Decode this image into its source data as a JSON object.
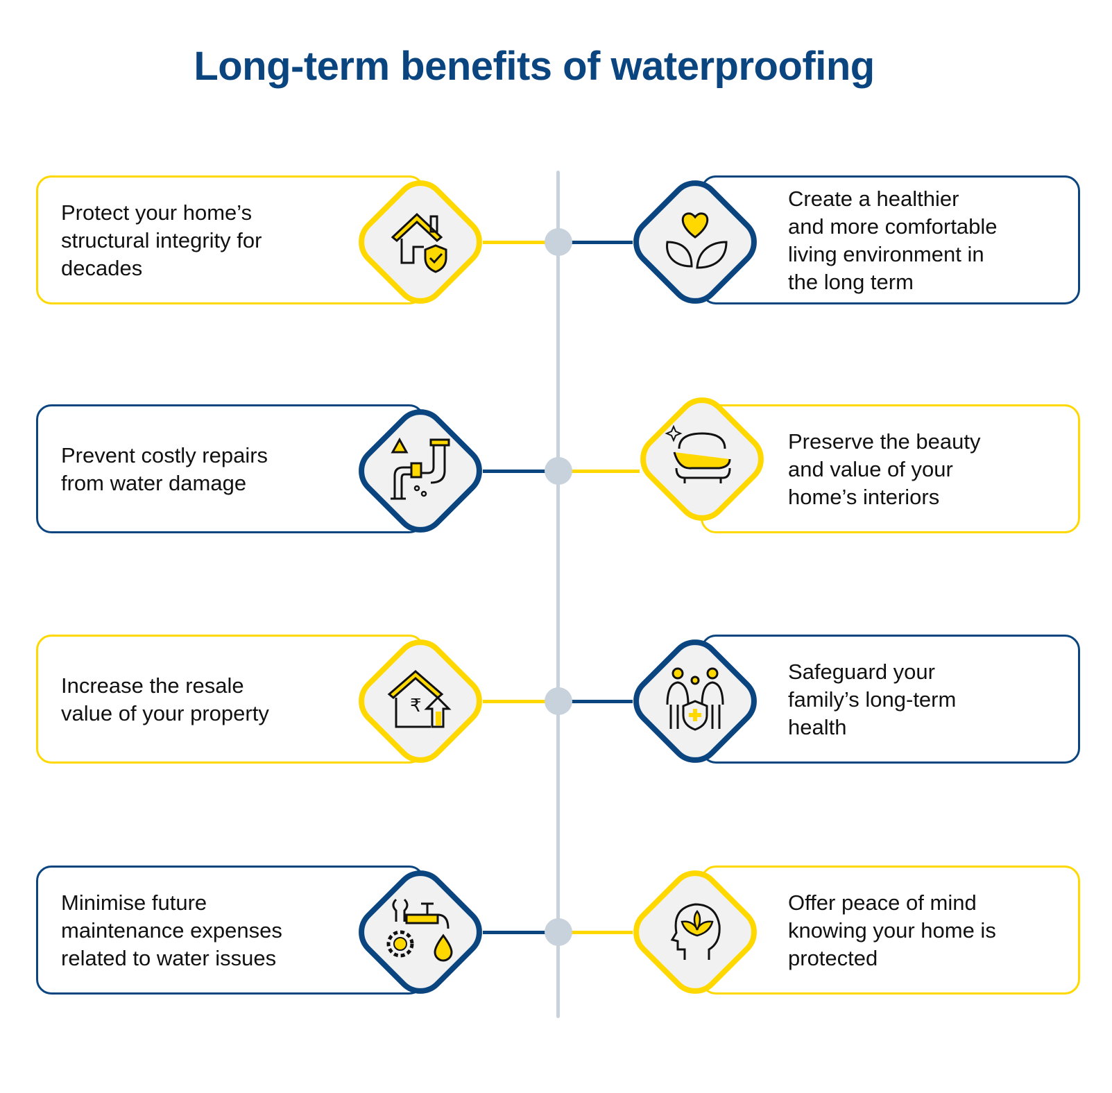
{
  "title": "Long-term benefits of waterproofing",
  "colors": {
    "yellow": "#FFD800",
    "blue": "#0B4580",
    "spine": "#C8D2DC",
    "diamond_fill": "#F1F1F1"
  },
  "rows": [
    {
      "left": {
        "color": "yellow",
        "icon": "house-shield-icon",
        "lines": [
          "Protect your home’s",
          "structural integrity for",
          "decades"
        ]
      },
      "right": {
        "color": "blue",
        "icon": "heart-leaves-icon",
        "lines": [
          "Create a healthier",
          "and more comfortable",
          "living environment in",
          "the long term"
        ]
      }
    },
    {
      "left": {
        "color": "blue",
        "icon": "leaking-pipe-icon",
        "lines": [
          "Prevent costly repairs",
          "from water damage"
        ]
      },
      "right": {
        "color": "yellow",
        "icon": "sofa-icon",
        "lines": [
          "Preserve the beauty",
          "and value of your",
          "home’s interiors"
        ]
      }
    },
    {
      "left": {
        "color": "yellow",
        "icon": "house-value-up-icon",
        "lines": [
          "Increase the resale",
          "value of your property"
        ]
      },
      "right": {
        "color": "blue",
        "icon": "family-health-shield-icon",
        "lines": [
          "Safeguard your",
          "family’s long-term",
          "health"
        ]
      }
    },
    {
      "left": {
        "color": "blue",
        "icon": "tap-gear-wrench-icon",
        "lines": [
          "Minimise future",
          "maintenance expenses",
          "related to water issues"
        ]
      },
      "right": {
        "color": "yellow",
        "icon": "mind-lotus-icon",
        "lines": [
          "Offer peace of mind",
          "knowing your home is",
          "protected"
        ]
      }
    }
  ]
}
